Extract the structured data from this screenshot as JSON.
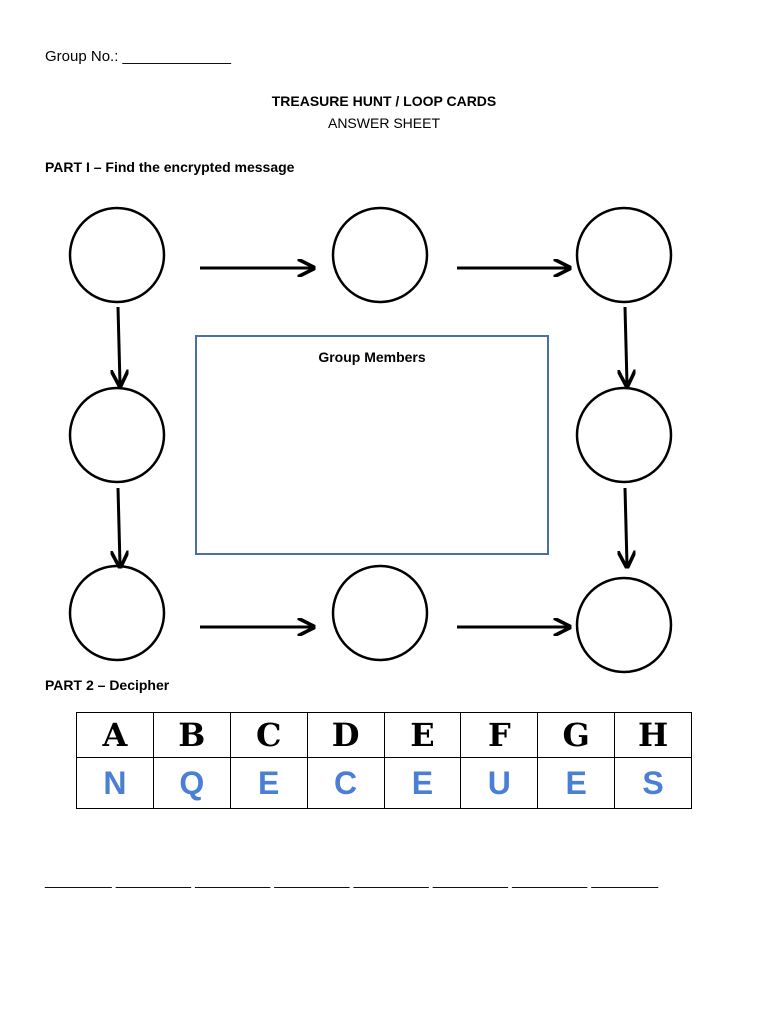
{
  "header": {
    "group_no_label": "Group No.: _____________"
  },
  "title": "TREASURE HUNT / LOOP CARDS",
  "subtitle": "ANSWER SHEET",
  "part1": {
    "heading": "PART I – Find the encrypted message",
    "members_box_title": "Group Members"
  },
  "part2": {
    "heading": "PART 2 – Decipher",
    "letters": [
      "A",
      "B",
      "C",
      "D",
      "E",
      "F",
      "G",
      "H"
    ],
    "codes": [
      "N",
      "Q",
      "E",
      "C",
      "E",
      "U",
      "E",
      "S"
    ],
    "code_color": "#4a7fd4"
  },
  "answer_blanks": "________ _________  _________  _________  _________  _________  _________  ________"
}
